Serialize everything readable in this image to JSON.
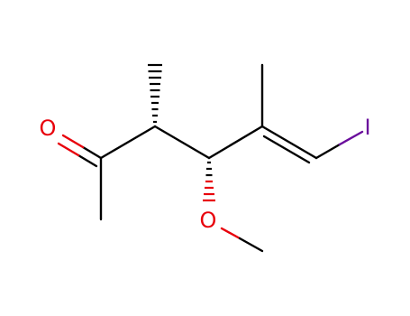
{
  "molecule": {
    "atoms": {
      "oxygen_carbonyl": {
        "label": "O",
        "color": "#e8000b"
      },
      "oxygen_methoxy": {
        "label": "O",
        "color": "#e8000b"
      },
      "iodine": {
        "label": "I",
        "color": "#6a0d9c"
      }
    },
    "colors": {
      "bond": "#000000",
      "oxygen": "#e8000b",
      "iodine": "#6a0d9c"
    }
  }
}
